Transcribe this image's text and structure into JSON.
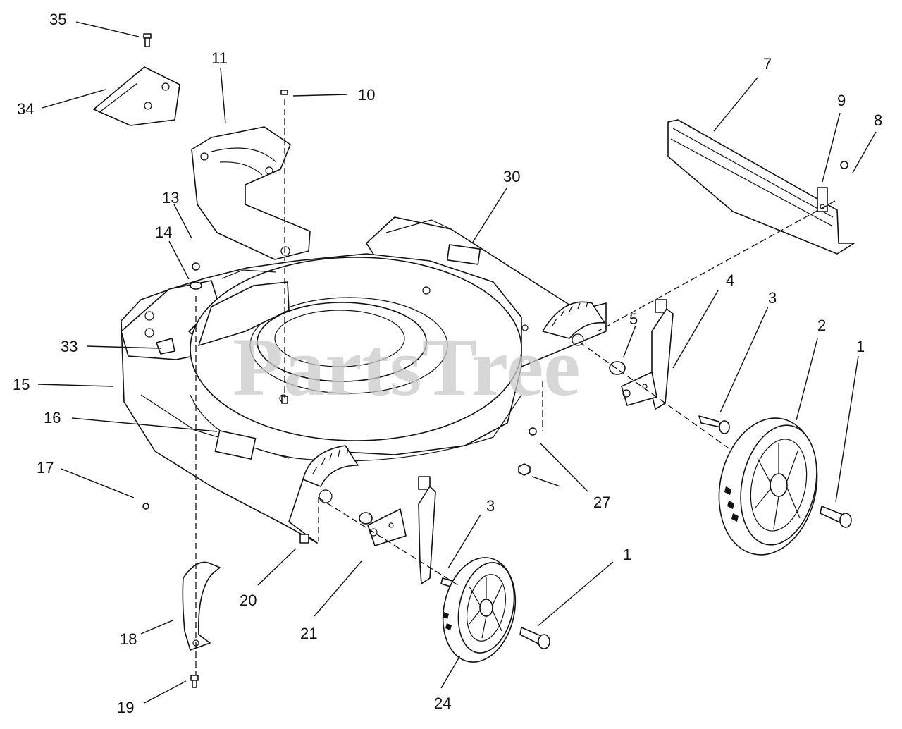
{
  "watermark": "PartsTree",
  "callouts": {
    "c35": "35",
    "c34": "34",
    "c11": "11",
    "c10": "10",
    "c7": "7",
    "c9": "9",
    "c8": "8",
    "c30": "30",
    "c13": "13",
    "c14": "14",
    "c4": "4",
    "c3a": "3",
    "c2": "2",
    "c1a": "1",
    "c5": "5",
    "c33": "33",
    "c15": "15",
    "c16": "16",
    "c17": "17",
    "c27": "27",
    "c3b": "3",
    "c1b": "1",
    "c20": "20",
    "c21": "21",
    "c18": "18",
    "c24": "24",
    "c19": "19"
  }
}
